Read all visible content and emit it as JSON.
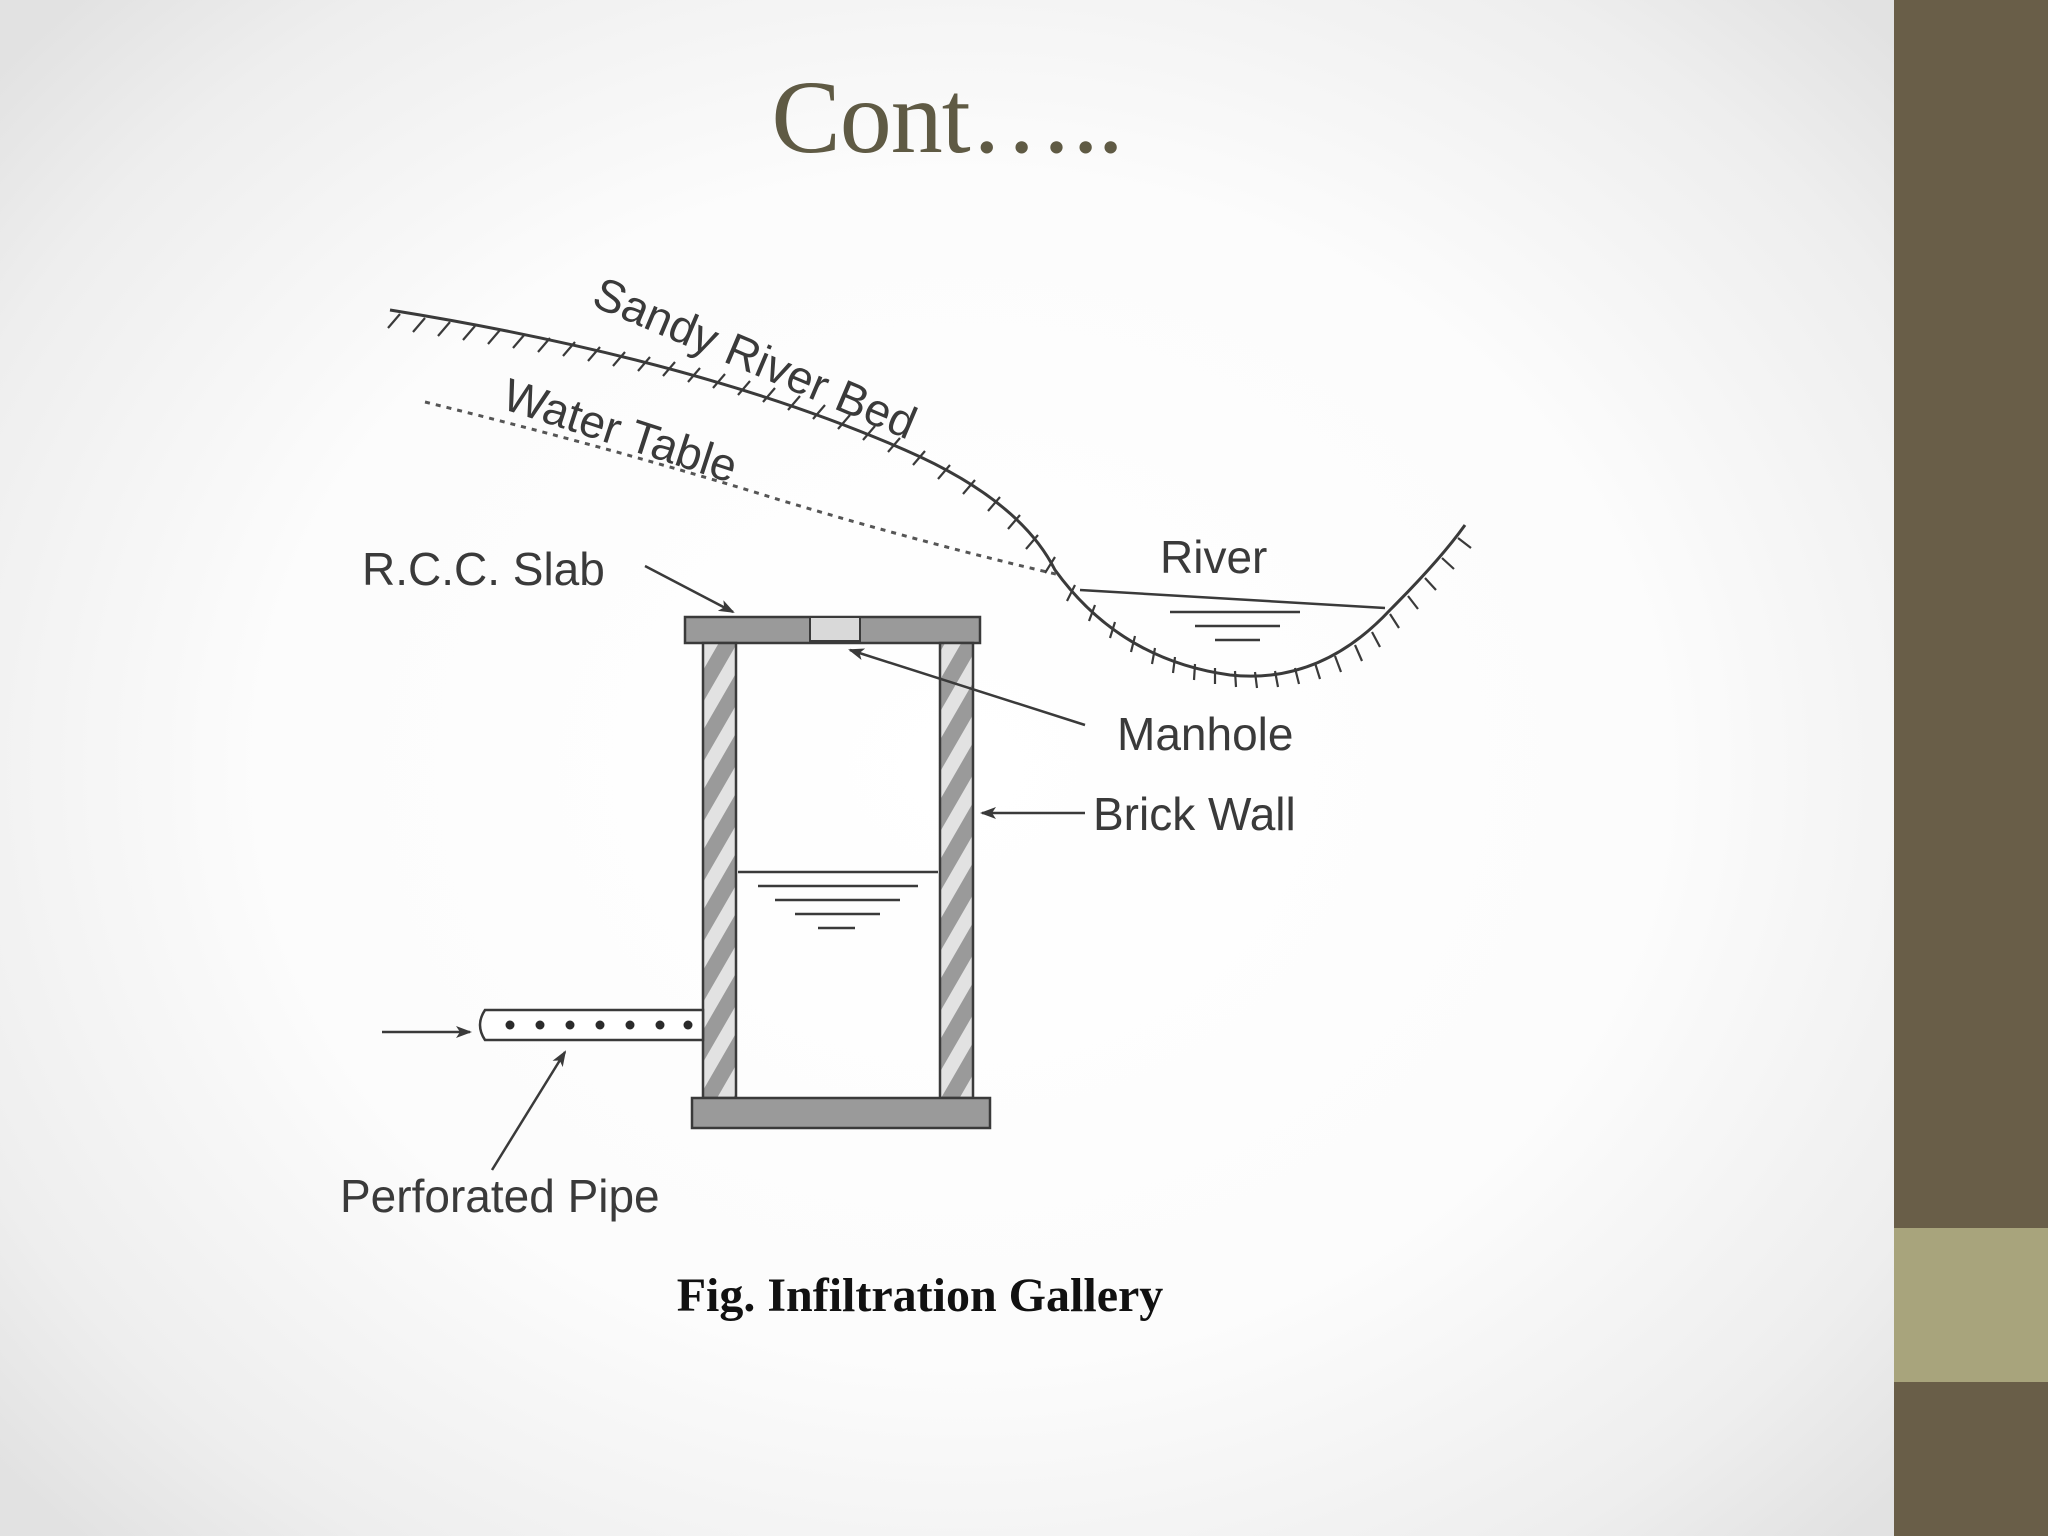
{
  "slide": {
    "title": "Cont…..",
    "caption": "Fig.  Infiltration Gallery"
  },
  "diagram": {
    "labels": {
      "sandy_river_bed": "Sandy River Bed",
      "water_table": "Water Table",
      "river": "River",
      "rcc_slab": "R.C.C. Slab",
      "manhole": "Manhole",
      "brick_wall": "Brick Wall",
      "perforated_pipe": "Perforated Pipe"
    }
  },
  "colors": {
    "title": "#5f5a44",
    "sidebar": "#695e48",
    "sidebar_accent": "#a8a47c",
    "ink": "#3a3a3a"
  }
}
